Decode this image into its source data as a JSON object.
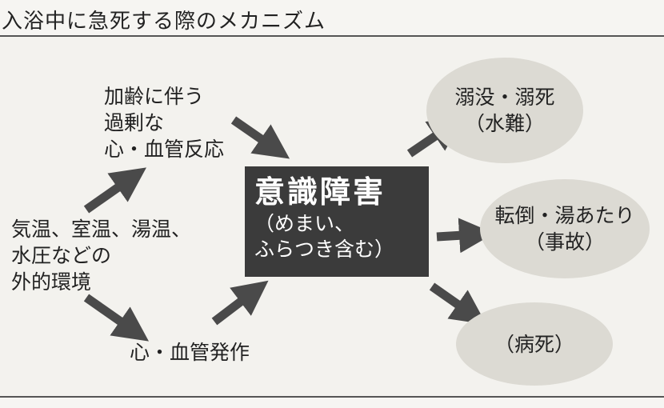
{
  "title": "入浴中に急死する際のメカニズム",
  "nodes": {
    "environment": [
      "気温、室温、湯温、",
      "水圧などの",
      "外的環境"
    ],
    "overreaction": [
      "加齢に伴う",
      "過剰な",
      "心・血管反応"
    ],
    "attack": [
      "心・血管発作"
    ],
    "center": {
      "title": "意識障害",
      "sub": [
        "（めまい、",
        "ふらつき含む）"
      ]
    },
    "drowning": [
      "溺没・溺死",
      "（水難）"
    ],
    "fall": [
      "転倒・湯あたり",
      "（事故）"
    ],
    "disease": [
      "（病死）"
    ]
  },
  "colors": {
    "center_box": "#3b3b3b",
    "ellipse": "#dcdad3",
    "arrow": "#4a4a4a"
  }
}
